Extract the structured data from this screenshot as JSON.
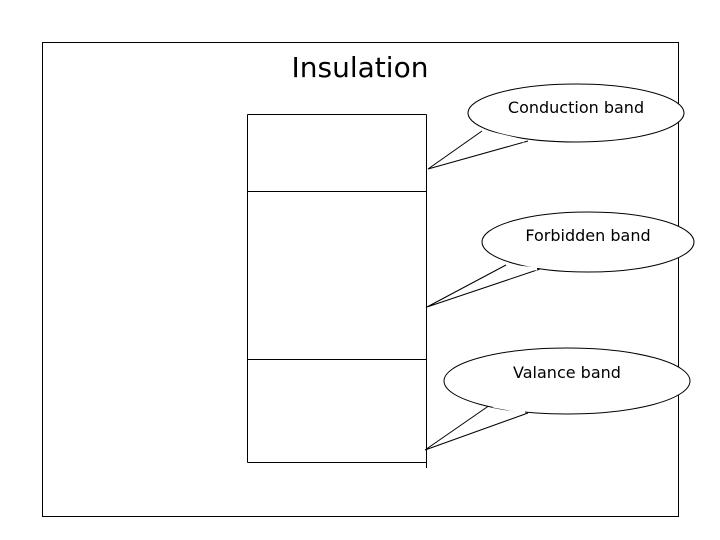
{
  "title": "Insulation",
  "callouts": {
    "conduction": {
      "label": "Conduction band"
    },
    "forbidden": {
      "label": "Forbidden band"
    },
    "valance": {
      "label": "Valance band"
    }
  },
  "colors": {
    "stroke": "#000000",
    "background": "#ffffff"
  }
}
